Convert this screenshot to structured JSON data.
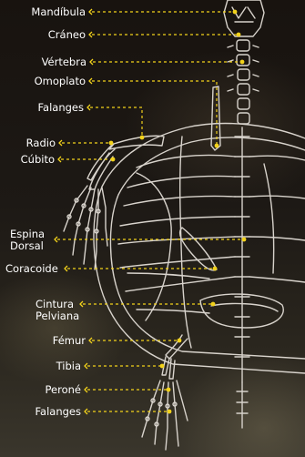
{
  "labels": {
    "mandibula": "Mandíbula",
    "craneo": "Cráneo",
    "vertebra": "Vértebra",
    "omoplato": "Omoplato",
    "falanges_top": "Falanges",
    "radio": "Radio",
    "cubito": "Cúbito",
    "espina_line1": "Espina",
    "espina_line2": "Dorsal",
    "coracoide": "Coracoide",
    "cintura_line1": "Cintura",
    "cintura_line2": "Pelviana",
    "femur": "Fémur",
    "tibia": "Tibia",
    "perone": "Peroné",
    "falanges_bottom": "Falanges"
  },
  "colors": {
    "leader": "#f2d21b",
    "bone": "#d8d3cc",
    "text": "#ffffff"
  }
}
